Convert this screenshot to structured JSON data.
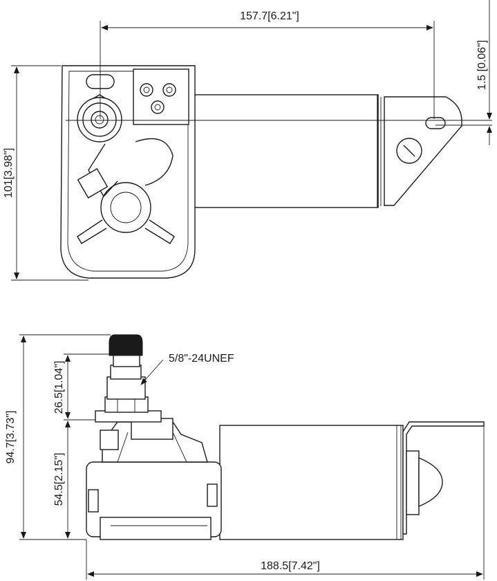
{
  "dimensions": {
    "top_width": "157.7[6.21\"]",
    "top_offset": "1.5 [0.06\"]",
    "top_height": "101[3.98\"]",
    "thread_spec": "5/8\"-24UNEF",
    "shaft_length": "26.5[1.04\"]",
    "overall_height": "94.7[3.73\"]",
    "body_height": "54.5[2.15\"]",
    "overall_length": "188.5[7.42\"]"
  },
  "colors": {
    "line": "#1a1a1a",
    "background": "#ffffff"
  }
}
